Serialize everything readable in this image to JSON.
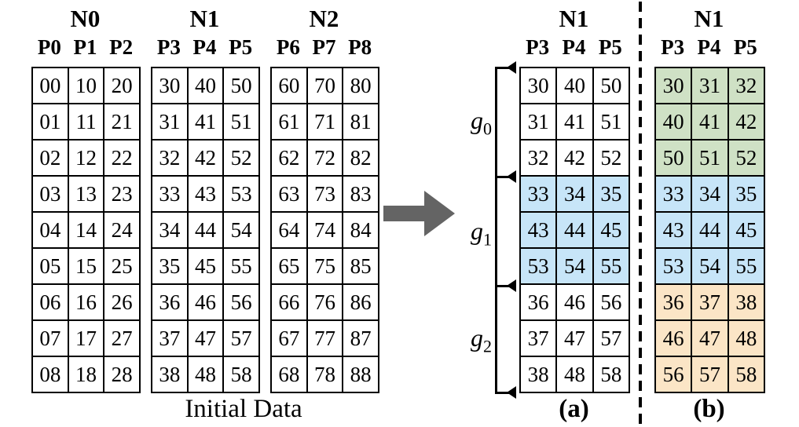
{
  "colors": {
    "group_green": "#cfe1c5",
    "group_blue": "#c7e5f8",
    "group_orange": "#fbe5c6",
    "arrow_gray": "#646464",
    "line_black": "#000000"
  },
  "initial": {
    "caption": "Initial Data",
    "nodes": [
      {
        "name": "N0",
        "processes": [
          "P0",
          "P1",
          "P2"
        ],
        "rows": [
          [
            "00",
            "10",
            "20"
          ],
          [
            "01",
            "11",
            "21"
          ],
          [
            "02",
            "12",
            "22"
          ],
          [
            "03",
            "13",
            "23"
          ],
          [
            "04",
            "14",
            "24"
          ],
          [
            "05",
            "15",
            "25"
          ],
          [
            "06",
            "16",
            "26"
          ],
          [
            "07",
            "17",
            "27"
          ],
          [
            "08",
            "18",
            "28"
          ]
        ],
        "row_colors": [
          "white",
          "white",
          "white",
          "white",
          "white",
          "white",
          "white",
          "white",
          "white"
        ]
      },
      {
        "name": "N1",
        "processes": [
          "P3",
          "P4",
          "P5"
        ],
        "rows": [
          [
            "30",
            "40",
            "50"
          ],
          [
            "31",
            "41",
            "51"
          ],
          [
            "32",
            "42",
            "52"
          ],
          [
            "33",
            "43",
            "53"
          ],
          [
            "34",
            "44",
            "54"
          ],
          [
            "35",
            "45",
            "55"
          ],
          [
            "36",
            "46",
            "56"
          ],
          [
            "37",
            "47",
            "57"
          ],
          [
            "38",
            "48",
            "58"
          ]
        ],
        "row_colors": [
          "white",
          "white",
          "white",
          "white",
          "white",
          "white",
          "white",
          "white",
          "white"
        ]
      },
      {
        "name": "N2",
        "processes": [
          "P6",
          "P7",
          "P8"
        ],
        "rows": [
          [
            "60",
            "70",
            "80"
          ],
          [
            "61",
            "71",
            "81"
          ],
          [
            "62",
            "72",
            "82"
          ],
          [
            "63",
            "73",
            "83"
          ],
          [
            "64",
            "74",
            "84"
          ],
          [
            "65",
            "75",
            "85"
          ],
          [
            "66",
            "76",
            "86"
          ],
          [
            "67",
            "77",
            "87"
          ],
          [
            "68",
            "78",
            "88"
          ]
        ],
        "row_colors": [
          "white",
          "white",
          "white",
          "white",
          "white",
          "white",
          "white",
          "white",
          "white"
        ]
      }
    ]
  },
  "groups": [
    {
      "label": "g",
      "sub": "0"
    },
    {
      "label": "g",
      "sub": "1"
    },
    {
      "label": "g",
      "sub": "2"
    }
  ],
  "panel_a": {
    "caption": "(a)",
    "name": "N1",
    "processes": [
      "P3",
      "P4",
      "P5"
    ],
    "rows": [
      [
        "30",
        "40",
        "50"
      ],
      [
        "31",
        "41",
        "51"
      ],
      [
        "32",
        "42",
        "52"
      ],
      [
        "33",
        "34",
        "35"
      ],
      [
        "43",
        "44",
        "45"
      ],
      [
        "53",
        "54",
        "55"
      ],
      [
        "36",
        "46",
        "56"
      ],
      [
        "37",
        "47",
        "57"
      ],
      [
        "38",
        "48",
        "58"
      ]
    ],
    "row_colors": [
      "white",
      "white",
      "white",
      "blue",
      "blue",
      "blue",
      "white",
      "white",
      "white"
    ]
  },
  "panel_b": {
    "caption": "(b)",
    "name": "N1",
    "processes": [
      "P3",
      "P4",
      "P5"
    ],
    "rows": [
      [
        "30",
        "31",
        "32"
      ],
      [
        "40",
        "41",
        "42"
      ],
      [
        "50",
        "51",
        "52"
      ],
      [
        "33",
        "34",
        "35"
      ],
      [
        "43",
        "44",
        "45"
      ],
      [
        "53",
        "54",
        "55"
      ],
      [
        "36",
        "37",
        "38"
      ],
      [
        "46",
        "47",
        "48"
      ],
      [
        "56",
        "57",
        "58"
      ]
    ],
    "row_colors": [
      "green",
      "green",
      "green",
      "blue",
      "blue",
      "blue",
      "orange",
      "orange",
      "orange"
    ]
  }
}
